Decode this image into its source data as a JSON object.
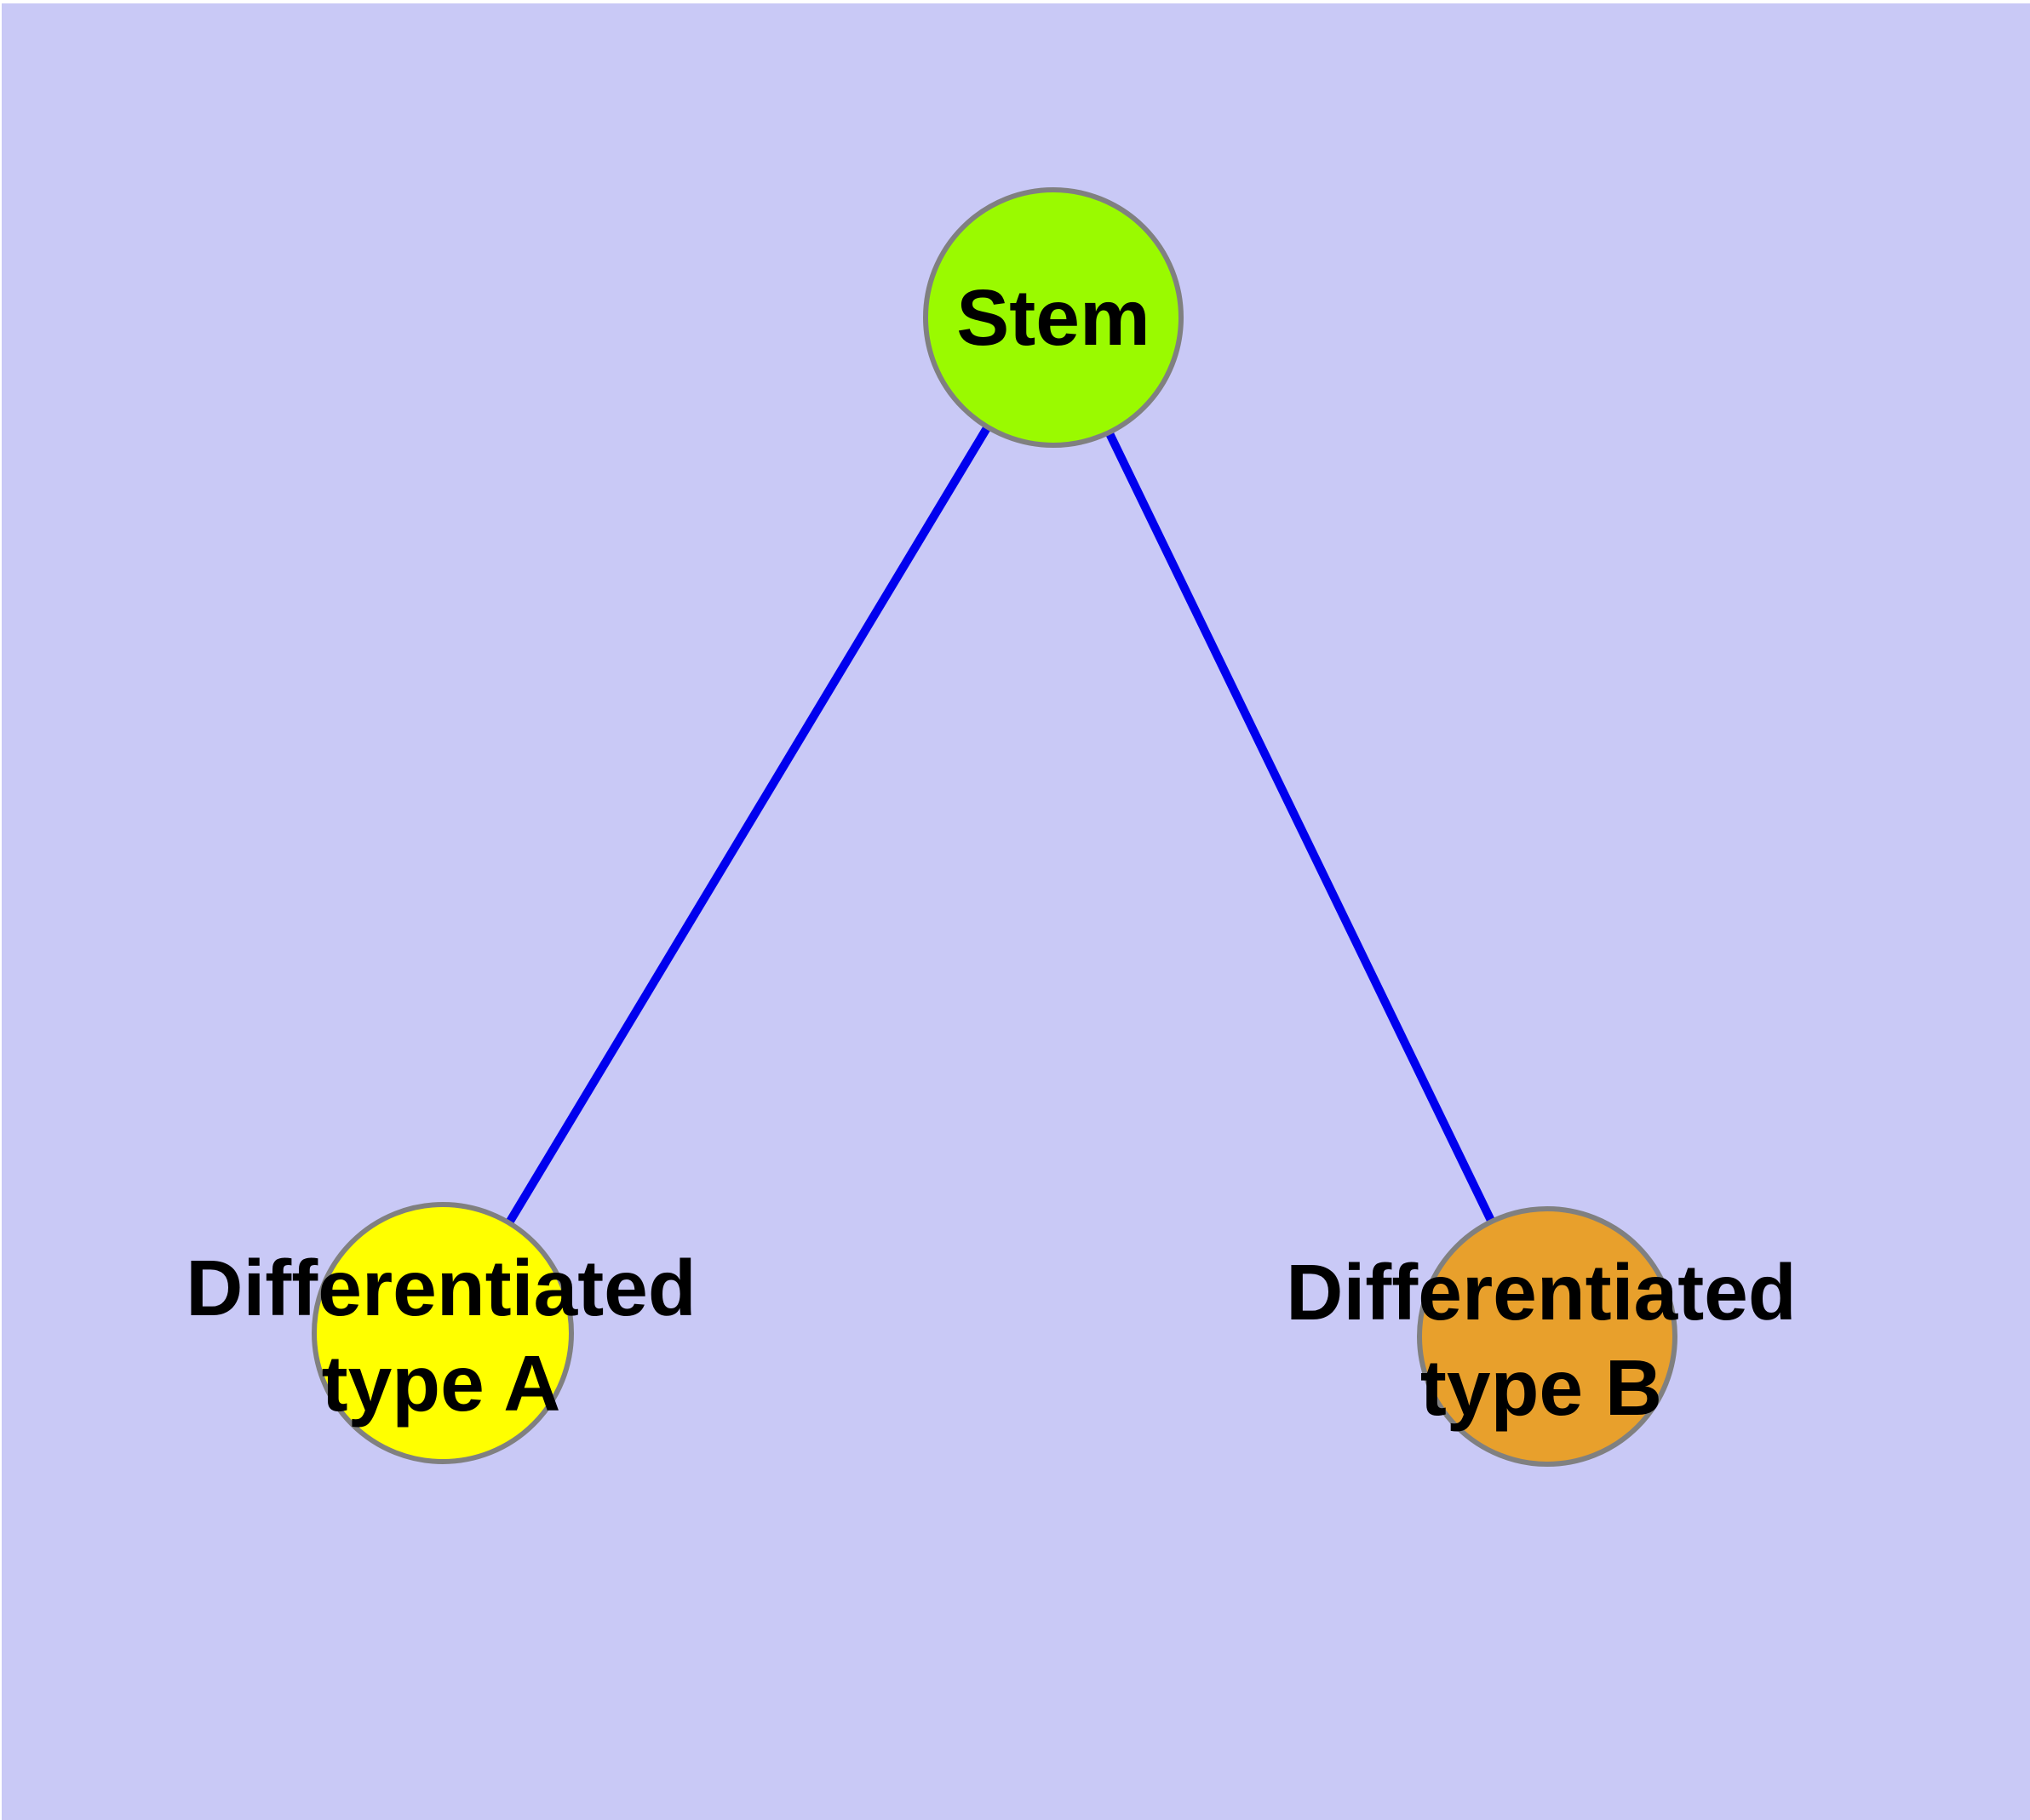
{
  "diagram": {
    "title": "stem cell differentiation graph",
    "background_color": "#C9C9F6",
    "margin_color": "#FFFFFF",
    "nodes": {
      "stem": {
        "label": "Stem",
        "fill": "#9AFA00",
        "stroke": "#808080"
      },
      "type_a": {
        "label": "Differentiated\ntype A",
        "fill": "#FFFF00",
        "stroke": "#808080"
      },
      "type_b": {
        "label": "Differentiated\ntype B",
        "fill": "#E8A02C",
        "stroke": "#808080"
      }
    },
    "edges": {
      "color": "#0000EE",
      "list": [
        {
          "from": "Stem",
          "to": "Differentiated type A"
        },
        {
          "from": "Stem",
          "to": "Differentiated type B"
        }
      ]
    }
  }
}
